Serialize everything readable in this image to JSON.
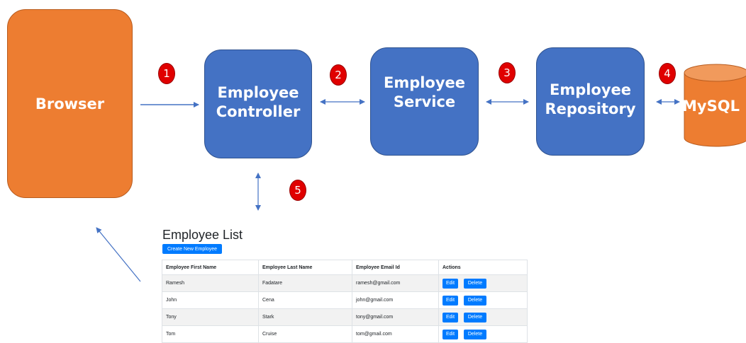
{
  "diagram": {
    "browser_label": "Browser",
    "controller_label_1": "Employee",
    "controller_label_2": "Controller",
    "service_label_1": "Employee",
    "service_label_2": "Service",
    "repository_label_1": "Employee",
    "repository_label_2": "Repository",
    "database_label": "MySQL",
    "steps": [
      "1",
      "2",
      "3",
      "4",
      "5"
    ],
    "colors": {
      "browser": "#ED7D31",
      "component": "#4472C4",
      "database": "#ED7D31",
      "step_badge": "#E00000",
      "arrow": "#4472C4"
    }
  },
  "employee_list": {
    "title": "Employee List",
    "create_button": "Create New Employee",
    "columns": [
      "Employee First Name",
      "Employee Last Name",
      "Employee Email Id",
      "Actions"
    ],
    "rows": [
      {
        "first": "Ramesh",
        "last": "Fadatare",
        "email": "ramesh@gmail.com"
      },
      {
        "first": "John",
        "last": "Cena",
        "email": "john@gmail.com"
      },
      {
        "first": "Tony",
        "last": "Stark",
        "email": "tony@gmail.com"
      },
      {
        "first": "Tom",
        "last": "Cruise",
        "email": "tom@gmail.com"
      }
    ],
    "edit_label": "Edit",
    "delete_label": "Delete"
  }
}
